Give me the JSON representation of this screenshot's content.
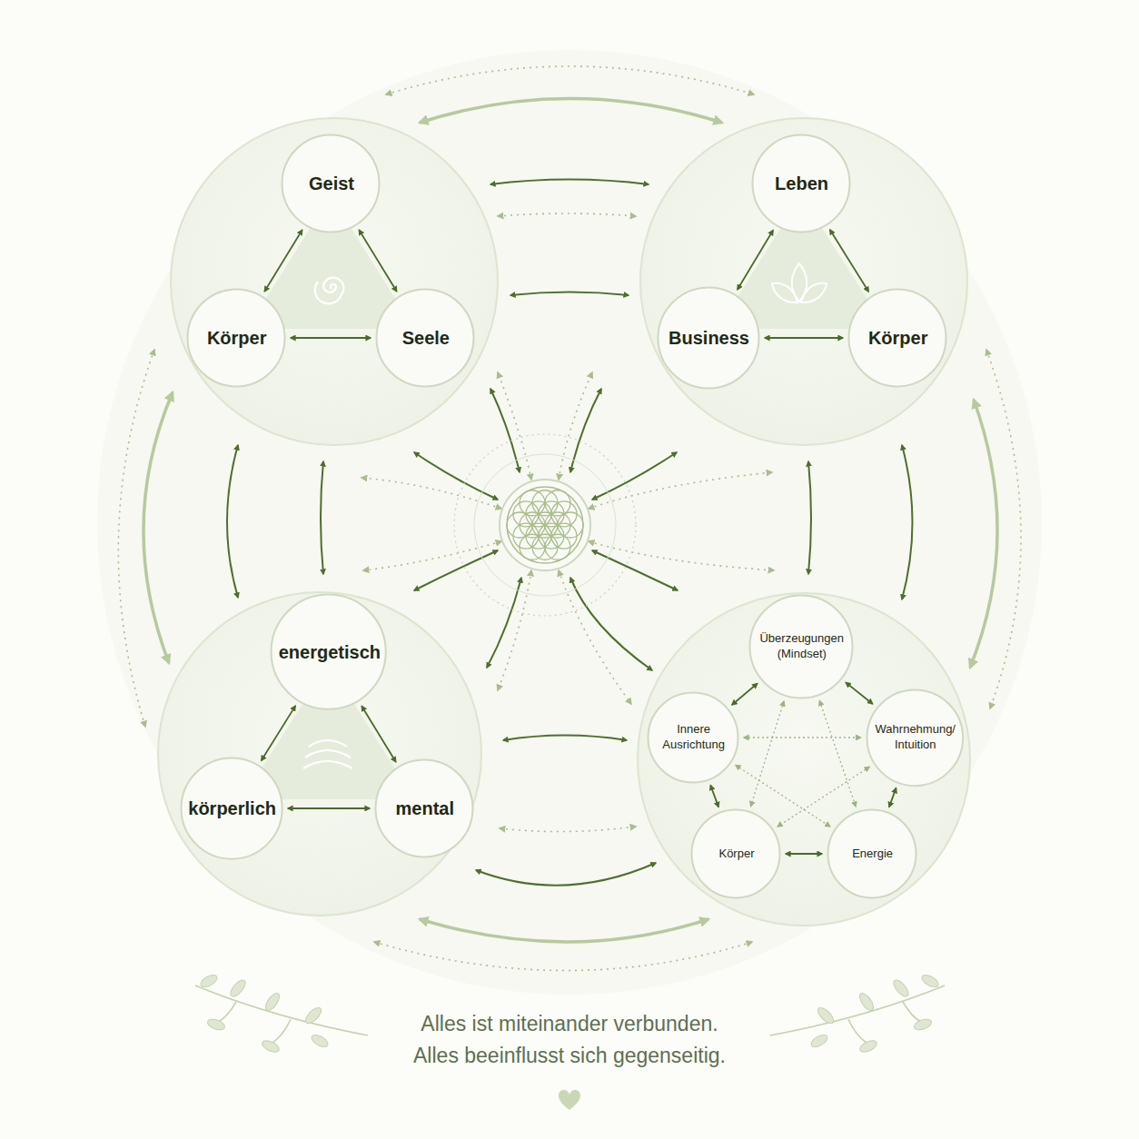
{
  "diagram": {
    "caption": "Alles ist miteinander verbunden. Alles beeinflusst sich gegenseitig.",
    "nodes": [
      {
        "text": [
          "Geist"
        ]
      },
      {
        "text": [
          "Körper"
        ]
      },
      {
        "text": [
          "Seele"
        ]
      },
      {
        "text": [
          "Leben"
        ]
      },
      {
        "text": [
          "Business"
        ]
      },
      {
        "text": [
          "Körper"
        ]
      },
      {
        "text": [
          "energetisch"
        ]
      },
      {
        "text": [
          "körperlich"
        ]
      },
      {
        "text": [
          "mental"
        ]
      },
      {
        "text": [
          "Überzeugungen (Mindset)"
        ]
      },
      {
        "text": [
          "Innere Ausrichtung"
        ]
      },
      {
        "text": [
          "Wahrnehmung/ Intuition"
        ]
      },
      {
        "text": [
          "Körper"
        ]
      },
      {
        "text": [
          "Energie"
        ]
      }
    ],
    "edges": [
      {
        "from": 0,
        "to": 1,
        "arrow": "both"
      },
      {
        "from": 0,
        "to": 2,
        "arrow": "both"
      },
      {
        "from": 1,
        "to": 2,
        "arrow": "both"
      },
      {
        "from": 3,
        "to": 4,
        "arrow": "both"
      },
      {
        "from": 3,
        "to": 5,
        "arrow": "both"
      },
      {
        "from": 4,
        "to": 5,
        "arrow": "both"
      },
      {
        "from": 6,
        "to": 7,
        "arrow": "both"
      },
      {
        "from": 6,
        "to": 8,
        "arrow": "both"
      },
      {
        "from": 7,
        "to": 8,
        "arrow": "both"
      },
      {
        "from": 9,
        "to": 10,
        "arrow": "both"
      },
      {
        "from": 9,
        "to": 11,
        "arrow": "both"
      },
      {
        "from": 10,
        "to": 12,
        "arrow": "both"
      },
      {
        "from": 11,
        "to": 13,
        "arrow": "both"
      },
      {
        "from": 12,
        "to": 13,
        "arrow": "both"
      },
      {
        "from": 10,
        "to": 11,
        "arrow": "both"
      },
      {
        "from": 9,
        "to": 12,
        "arrow": "both"
      },
      {
        "from": 9,
        "to": 13,
        "arrow": "both"
      },
      {
        "from": 10,
        "to": 13,
        "arrow": "both"
      },
      {
        "from": 11,
        "to": 12,
        "arrow": "both"
      }
    ]
  }
}
